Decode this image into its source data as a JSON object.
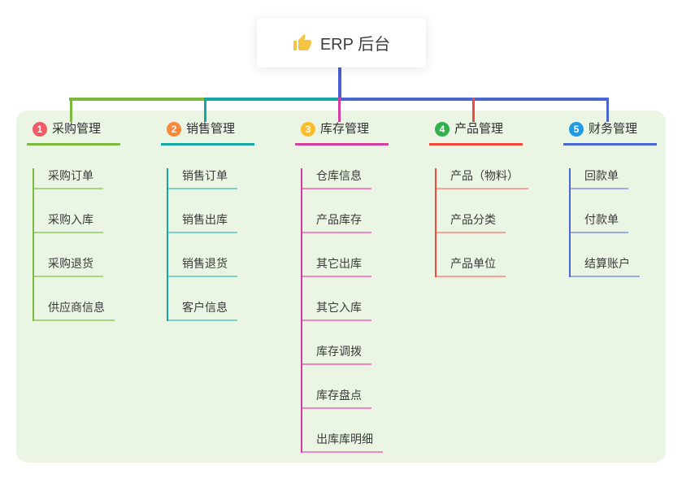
{
  "root": {
    "label": "ERP 后台",
    "icon": "thumbs-up-icon"
  },
  "colors": {
    "page_bg": "#FFFFFF",
    "panel_bg": "#EAF5E3",
    "root_connector": "#4B5FD4",
    "root_text": "#3C3C43",
    "item_text": "#3B3B3B",
    "thumb_icon_color": "#F6C445"
  },
  "branches": [
    {
      "badge": "1",
      "badge_color": "#F15B66",
      "title": "采购管理",
      "line_color": "#7CB93F",
      "item_line_color": "#A8D47F",
      "items": [
        "采购订单",
        "采购入库",
        "采购退货",
        "供应商信息"
      ]
    },
    {
      "badge": "2",
      "badge_color": "#F8893B",
      "title": "销售管理",
      "line_color": "#16A6A3",
      "item_line_color": "#7DD0C8",
      "items": [
        "销售订单",
        "销售出库",
        "销售退货",
        "客户信息"
      ]
    },
    {
      "badge": "3",
      "badge_color": "#FBBD2B",
      "title": "库存管理",
      "line_color": "#D63C9F",
      "item_line_color": "#F285C2",
      "items": [
        "仓库信息",
        "产品库存",
        "其它出库",
        "其它入库",
        "库存调拨",
        "库存盘点",
        "出库库明细"
      ]
    },
    {
      "badge": "4",
      "badge_color": "#32B14D",
      "title": "产品管理",
      "line_color": "#F04A3E",
      "item_line_color": "#F8A195",
      "items": [
        "产品（物料）",
        "产品分类",
        "产品单位"
      ]
    },
    {
      "badge": "5",
      "badge_color": "#1E9BE3",
      "title": "财务管理",
      "line_color": "#4A66D1",
      "item_line_color": "#9AAAE4",
      "items": [
        "回款单",
        "付款单",
        "结算账户"
      ]
    }
  ]
}
